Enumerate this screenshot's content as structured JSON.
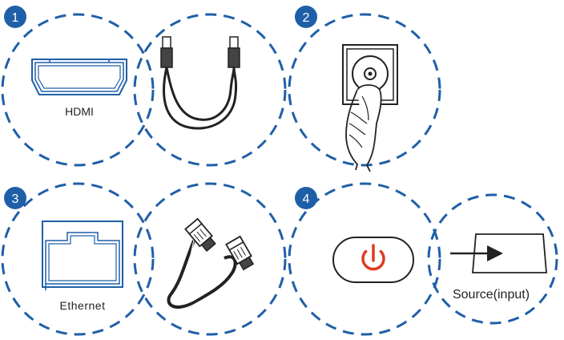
{
  "colors": {
    "accent_blue": "#1f5fa8",
    "circle_dash": "#1f5fa8",
    "power_red": "#e03a1e",
    "line_dark": "#222222"
  },
  "steps": [
    {
      "number": "1",
      "label": "HDMI",
      "icons": [
        "hdmi-port-icon",
        "hdmi-cable-icon"
      ]
    },
    {
      "number": "2",
      "label": "",
      "icons": [
        "power-outlet-plug-icon"
      ]
    },
    {
      "number": "3",
      "label": "Ethernet",
      "icons": [
        "ethernet-port-icon",
        "ethernet-cable-icon"
      ]
    },
    {
      "number": "4",
      "label": "Source(input)",
      "icons": [
        "power-button-icon",
        "source-input-icon"
      ]
    }
  ]
}
